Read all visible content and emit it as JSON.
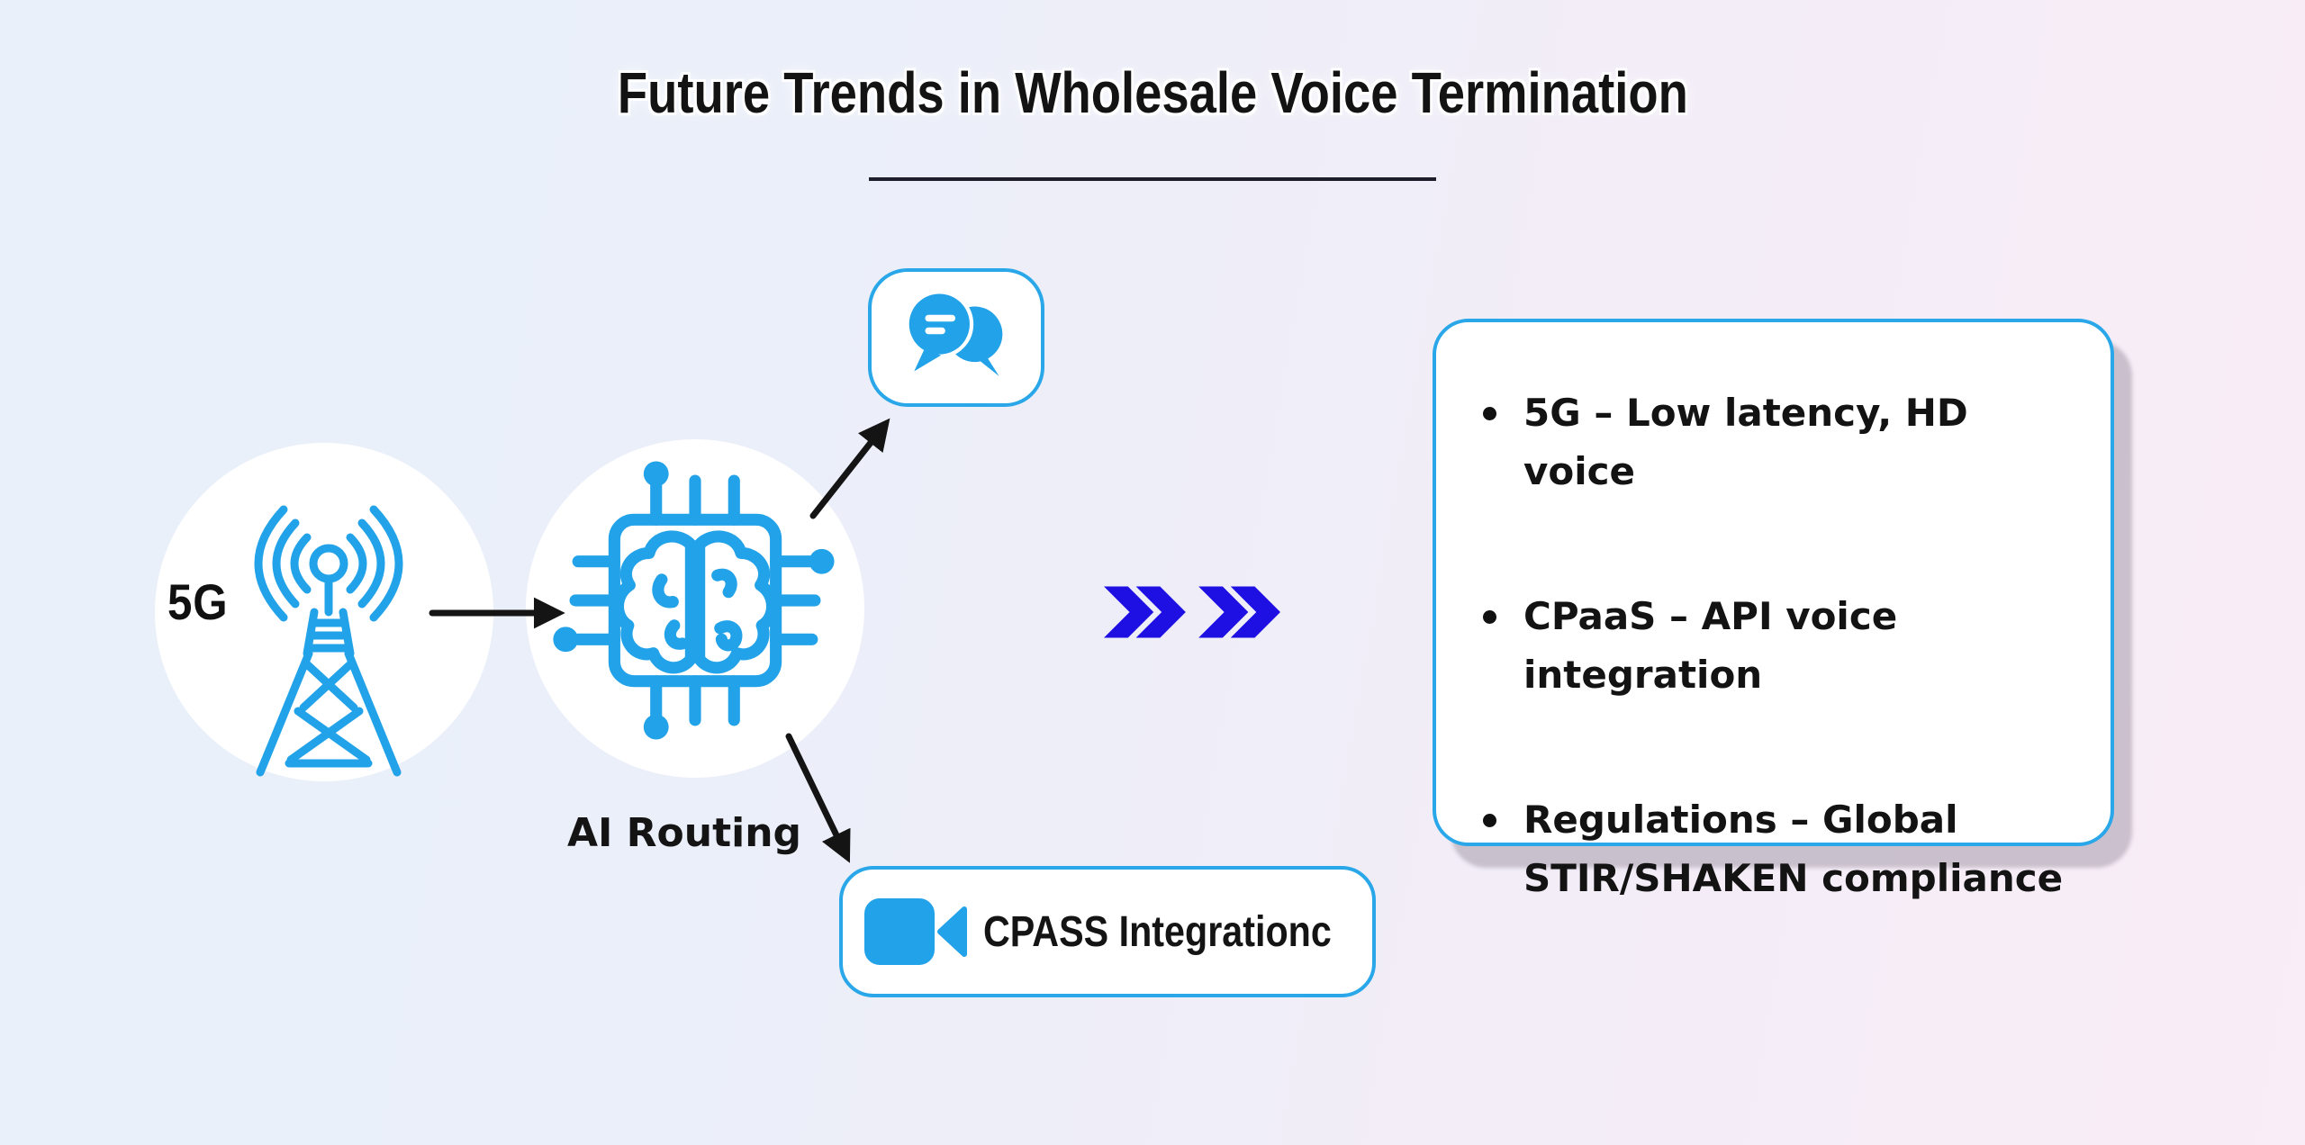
{
  "title": {
    "text": "Future Trends in Wholesale Voice Termination"
  },
  "flow": {
    "source": {
      "label": "5G",
      "icon": "cell-tower-icon"
    },
    "processor": {
      "label": "AI Routing",
      "icon": "ai-chip-icon"
    },
    "output_top": {
      "icon": "chat-bubbles-icon"
    },
    "output_bottom": {
      "label": "CPASS Integrationc",
      "icon": "video-camera-icon"
    }
  },
  "separator": {
    "icon": "double-chevron-right-icon",
    "count": 2
  },
  "panel": {
    "items": [
      "5G – Low latency, HD voice",
      "CPaaS – API voice integration",
      "Regulations – Global STIR/SHAKEN compliance"
    ]
  },
  "colors": {
    "icon_blue": "#22a2e8",
    "chevron_blue": "#1e10e3",
    "panel_border": "#29a7e9",
    "arrow_black": "#141414",
    "text_dark": "#131313",
    "background_left": "#e9f0fa",
    "background_right": "#f9edf7"
  }
}
